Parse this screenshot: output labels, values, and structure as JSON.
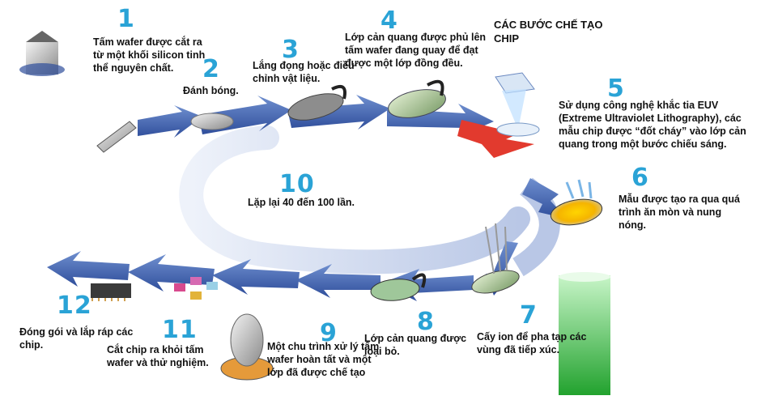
{
  "title": "CÁC BƯỚC CHẾ TẠO CHIP",
  "steps": [
    {
      "num": "1",
      "text": "Tấm wafer được cắt ra từ một khối silicon tinh thể nguyên chất."
    },
    {
      "num": "2",
      "text": "Đánh bóng."
    },
    {
      "num": "3",
      "text": "Lắng đọng hoặc điều chỉnh vật liệu."
    },
    {
      "num": "4",
      "text": "Lớp cản quang được phủ lên tấm wafer đang quay để đạt được một lớp đồng đều."
    },
    {
      "num": "5",
      "text": "Sử dụng công nghệ khắc tia EUV (Extreme Ultraviolet Lithography), các mẫu chip được “đốt cháy” vào lớp cản quang trong một bước chiếu sáng."
    },
    {
      "num": "6",
      "text": "Mẫu được tạo ra qua quá trình ăn mòn và nung nóng."
    },
    {
      "num": "7",
      "text": "Cấy ion để pha tạp các vùng đã tiếp xúc."
    },
    {
      "num": "8",
      "text": "Lớp cản quang được loại bỏ."
    },
    {
      "num": "9",
      "text": "Một chu trình xử lý tấm wafer hoàn tất và một lớp đã được chế tạo"
    },
    {
      "num": "10",
      "text": "Lặp lại 40 đến 100 lần."
    },
    {
      "num": "11",
      "text": "Cắt chip ra khỏi tấm wafer và thử nghiệm."
    },
    {
      "num": "12",
      "text": "Đóng gói và lắp ráp các chip."
    }
  ],
  "colors": {
    "number": "#2aa3d6",
    "arrow": "#4a6fb8",
    "arrow_light": "#c8d2e8",
    "red_arrow": "#e23a2e",
    "green": "#2ecc40"
  }
}
